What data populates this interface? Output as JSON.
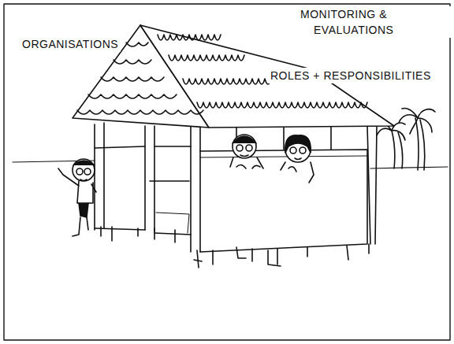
{
  "diagram": {
    "labels": [
      "ORGANISATIONS",
      "MONITORING & EVALUATIONS",
      "ROLES + RESPONSIBILITIES"
    ]
  }
}
